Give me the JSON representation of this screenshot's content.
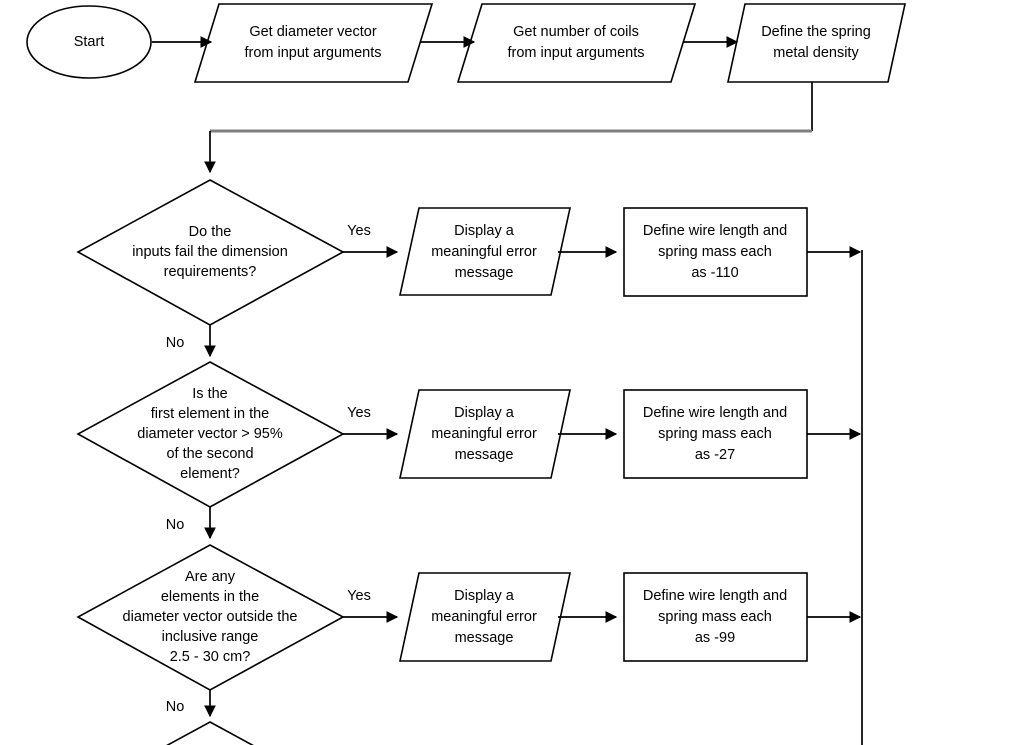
{
  "diagram": {
    "title": "Spring mass calculation flowchart",
    "background_color": "#ffffff",
    "stroke_color": "#000000",
    "connector_gray": "#7f7f7f"
  },
  "nodes": {
    "start": {
      "shape": "ellipse",
      "label": "Start"
    },
    "get_diameter": {
      "shape": "parallelogram",
      "line1": "Get diameter vector",
      "line2": "from input arguments"
    },
    "get_coils": {
      "shape": "parallelogram",
      "line1": "Get number of coils",
      "line2": "from input arguments"
    },
    "define_density": {
      "shape": "parallelogram",
      "line1": "Define the spring",
      "line2": "metal density"
    },
    "decision1": {
      "shape": "diamond",
      "line1": "Do the",
      "line2": "inputs fail the dimension",
      "line3": "requirements?"
    },
    "display1": {
      "shape": "parallelogram",
      "line1": "Display a",
      "line2": "meaningful error",
      "line3": "message"
    },
    "define1": {
      "shape": "rectangle",
      "line1": "Define wire length and",
      "line2": "spring mass each",
      "line3": "as -110"
    },
    "decision2": {
      "shape": "diamond",
      "line1": "Is the",
      "line2": "first element in the",
      "line3": "diameter vector > 95%",
      "line4": "of the second",
      "line5": "element?"
    },
    "display2": {
      "shape": "parallelogram",
      "line1": "Display a",
      "line2": "meaningful error",
      "line3": "message"
    },
    "define2": {
      "shape": "rectangle",
      "line1": "Define wire length and",
      "line2": "spring mass each",
      "line3": "as -27"
    },
    "decision3": {
      "shape": "diamond",
      "line1": "Are any",
      "line2": "elements in the",
      "line3": "diameter vector outside the",
      "line4": "inclusive range",
      "line5": "2.5 - 30 cm?"
    },
    "display3": {
      "shape": "parallelogram",
      "line1": "Display a",
      "line2": "meaningful error",
      "line3": "message"
    },
    "define3": {
      "shape": "rectangle",
      "line1": "Define wire length and",
      "line2": "spring mass each",
      "line3": "as -99"
    },
    "decision4_partial": {
      "shape": "diamond",
      "label": ""
    }
  },
  "edge_labels": {
    "yes1": "Yes",
    "no1": "No",
    "yes2": "Yes",
    "no2": "No",
    "yes3": "Yes",
    "no3": "No"
  }
}
